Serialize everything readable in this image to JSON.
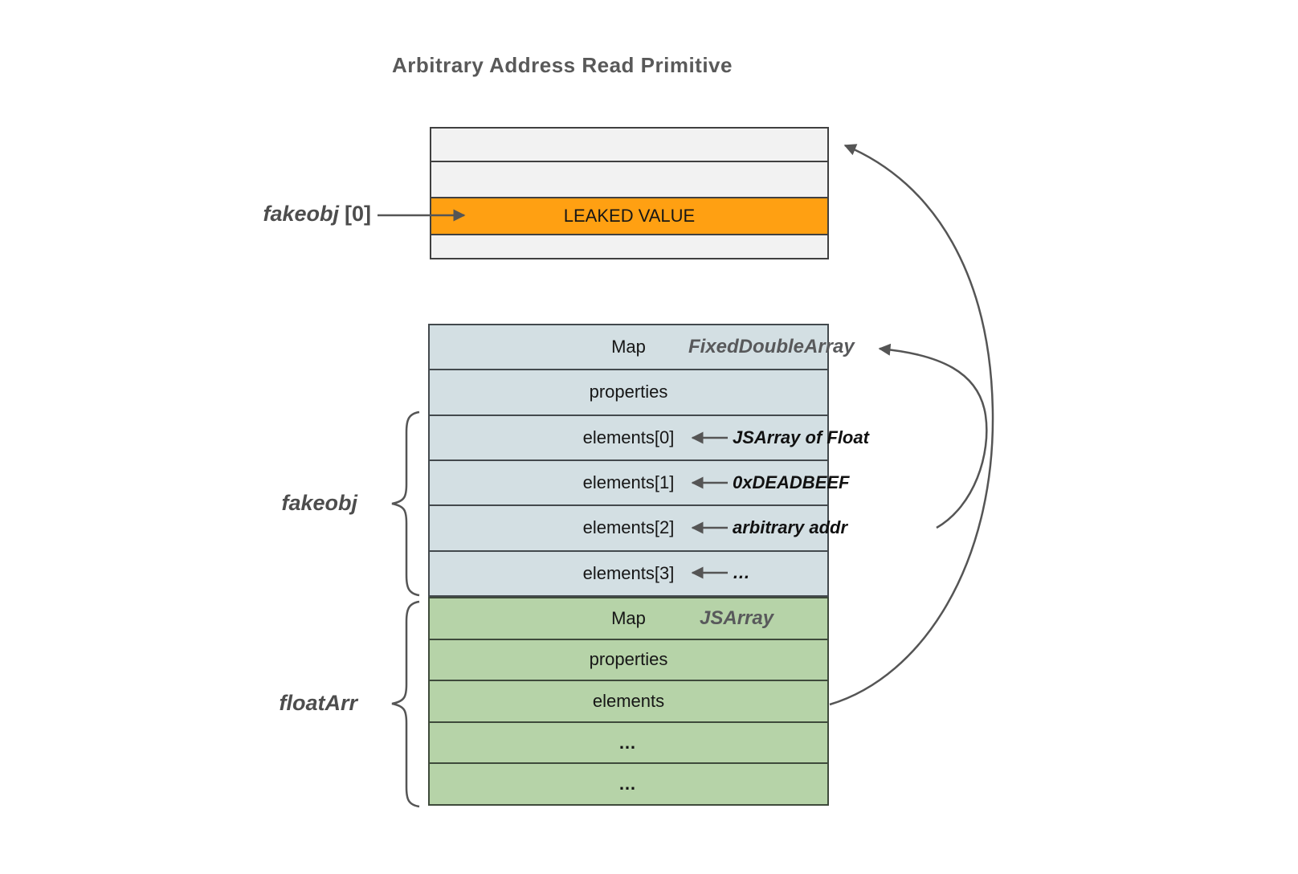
{
  "title": "Arbitrary Address Read Primitive",
  "colors": {
    "leaked_row_fill": "#FFA012",
    "memory_row_fill": "#F2F2F2",
    "fake_array_fill": "#D3DFE3",
    "float_array_fill": "#B6D3A8",
    "line_gray": "#555555",
    "label_gray": "#4D4D4D",
    "title_gray": "#595959"
  },
  "memory_box": {
    "rows": [
      "",
      "",
      "LEAKED VALUE",
      ""
    ]
  },
  "pointer_label": {
    "name": "fakeobj",
    "index": "[0]"
  },
  "fake_array_box": {
    "brace_label": "fakeobj",
    "rows": [
      {
        "label": "Map",
        "tag": "FixedDoubleArray",
        "annotation": ""
      },
      {
        "label": "properties",
        "tag": "",
        "annotation": ""
      },
      {
        "label": "elements[0]",
        "tag": "",
        "annotation": "JSArray of Float"
      },
      {
        "label": "elements[1]",
        "tag": "",
        "annotation": "0xDEADBEEF"
      },
      {
        "label": "elements[2]",
        "tag": "",
        "annotation": "arbitrary addr"
      },
      {
        "label": "elements[3]",
        "tag": "",
        "annotation": "…"
      }
    ]
  },
  "float_array_box": {
    "brace_label": "floatArr",
    "rows": [
      {
        "label": "Map",
        "tag": "JSArray"
      },
      {
        "label": "properties",
        "tag": ""
      },
      {
        "label": "elements",
        "tag": ""
      },
      {
        "label": "…",
        "tag": ""
      },
      {
        "label": "…",
        "tag": ""
      }
    ]
  }
}
